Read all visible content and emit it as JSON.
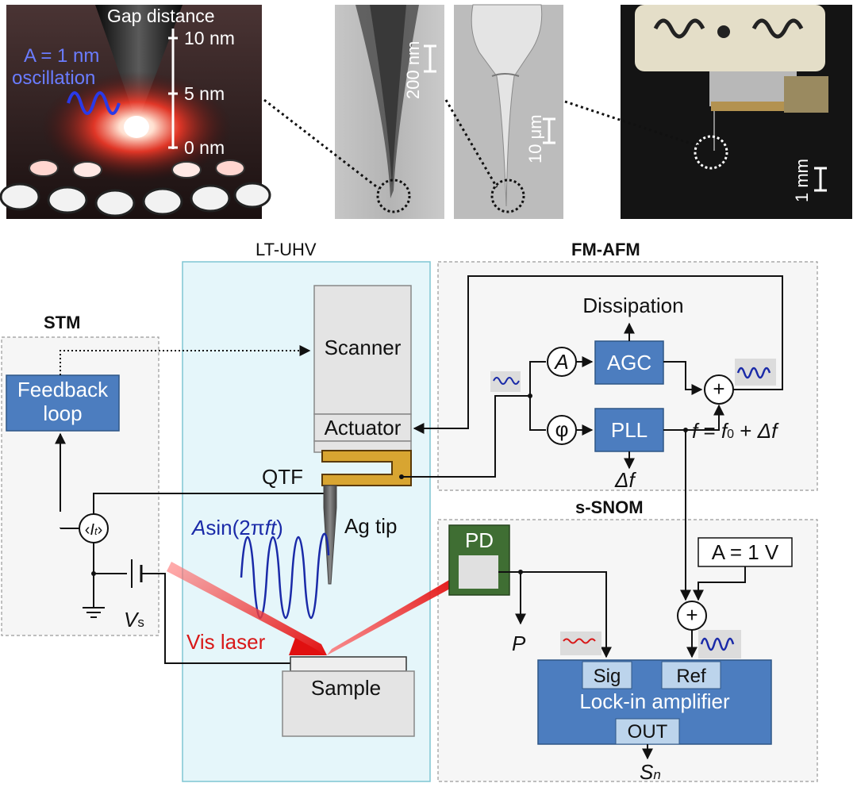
{
  "photos": {
    "tip_render": {
      "title": "Gap distance",
      "ticks": [
        "10 nm",
        "5 nm",
        "0 nm"
      ],
      "osc_line1": "A = 1 nm",
      "osc_line2": "oscillation"
    },
    "sem1_scale": "200 nm",
    "sem2_scale": "10 μm",
    "photo_scale": "1 mm"
  },
  "sections": {
    "stm": "STM",
    "lt_uhv": "LT-UHV",
    "fm_afm": "FM-AFM",
    "s_snom": "s-SNOM"
  },
  "blocks": {
    "feedback_line1": "Feedback",
    "feedback_line2": "loop",
    "scanner": "Scanner",
    "actuator": "Actuator",
    "qtf": "QTF",
    "ag_tip": "Ag tip",
    "sample": "Sample",
    "agc": "AGC",
    "pll": "PLL",
    "pd": "PD",
    "lockin": "Lock-in amplifier",
    "sig": "Sig",
    "ref": "Ref",
    "out": "OUT",
    "ref_amp": "A = 1 V"
  },
  "labels": {
    "dissipation": "Dissipation",
    "amp_node": "A",
    "phase_node": "φ",
    "plus": "+",
    "freq_f": "f",
    "freq_eq": " = ",
    "freq_f0": "f",
    "freq_0": "0",
    "freq_plus": " + ",
    "freq_df": "Δf",
    "delta_f": "Δf",
    "current_open": "‹",
    "current_I": "I",
    "current_t": "t",
    "current_close": "›",
    "bias_V": "V",
    "bias_s": "s",
    "osc_A": "A",
    "osc_sin": "sin(2π",
    "osc_ft": "ft",
    "osc_close": ")",
    "vis_laser": "Vis laser",
    "power": "P",
    "out_S": "S",
    "out_n": "n"
  },
  "colors": {
    "block_blue": "#4c7dbf",
    "qtf_gold": "#d8a531",
    "pd_green": "#3f6e33",
    "laser_red": "#e01818",
    "wave_blue": "#1a2aa8",
    "uhv_fill": "#e5f6fa",
    "uhv_border": "#7fc6d3"
  }
}
